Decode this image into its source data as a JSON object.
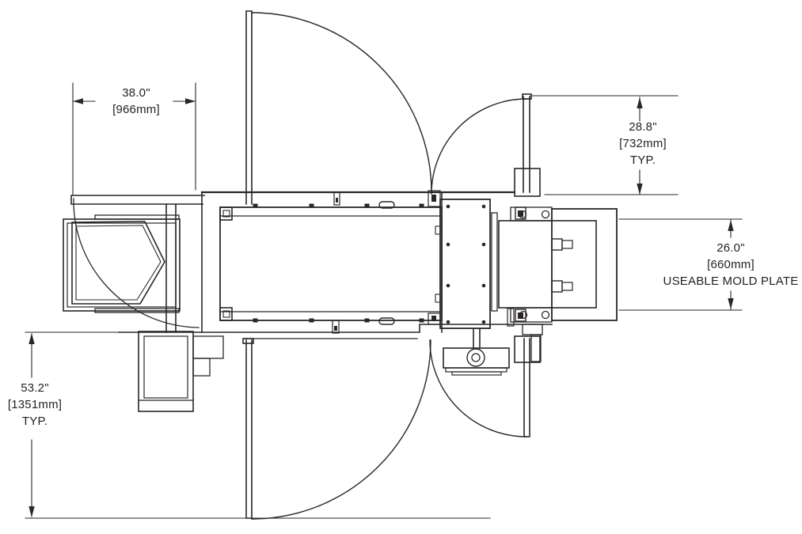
{
  "meta": {
    "title": "Machine Footprint Top View",
    "drawing_type": "technical plan view with guard doors shown open"
  },
  "style": {
    "background": "#ffffff",
    "line_color": "#2a2627",
    "text_color": "#231f20"
  },
  "dimensions": {
    "top_width": {
      "inches": "38.0\"",
      "mm": "[966mm]"
    },
    "right_depth": {
      "inches": "28.8\"",
      "mm": "[732mm]",
      "note": "TYP."
    },
    "mold_plate": {
      "inches": "26.0\"",
      "mm": "[660mm]",
      "note": "USEABLE MOLD PLATE"
    },
    "left_depth": {
      "inches": "53.2\"",
      "mm": "[1351mm]",
      "note": "TYP."
    }
  }
}
